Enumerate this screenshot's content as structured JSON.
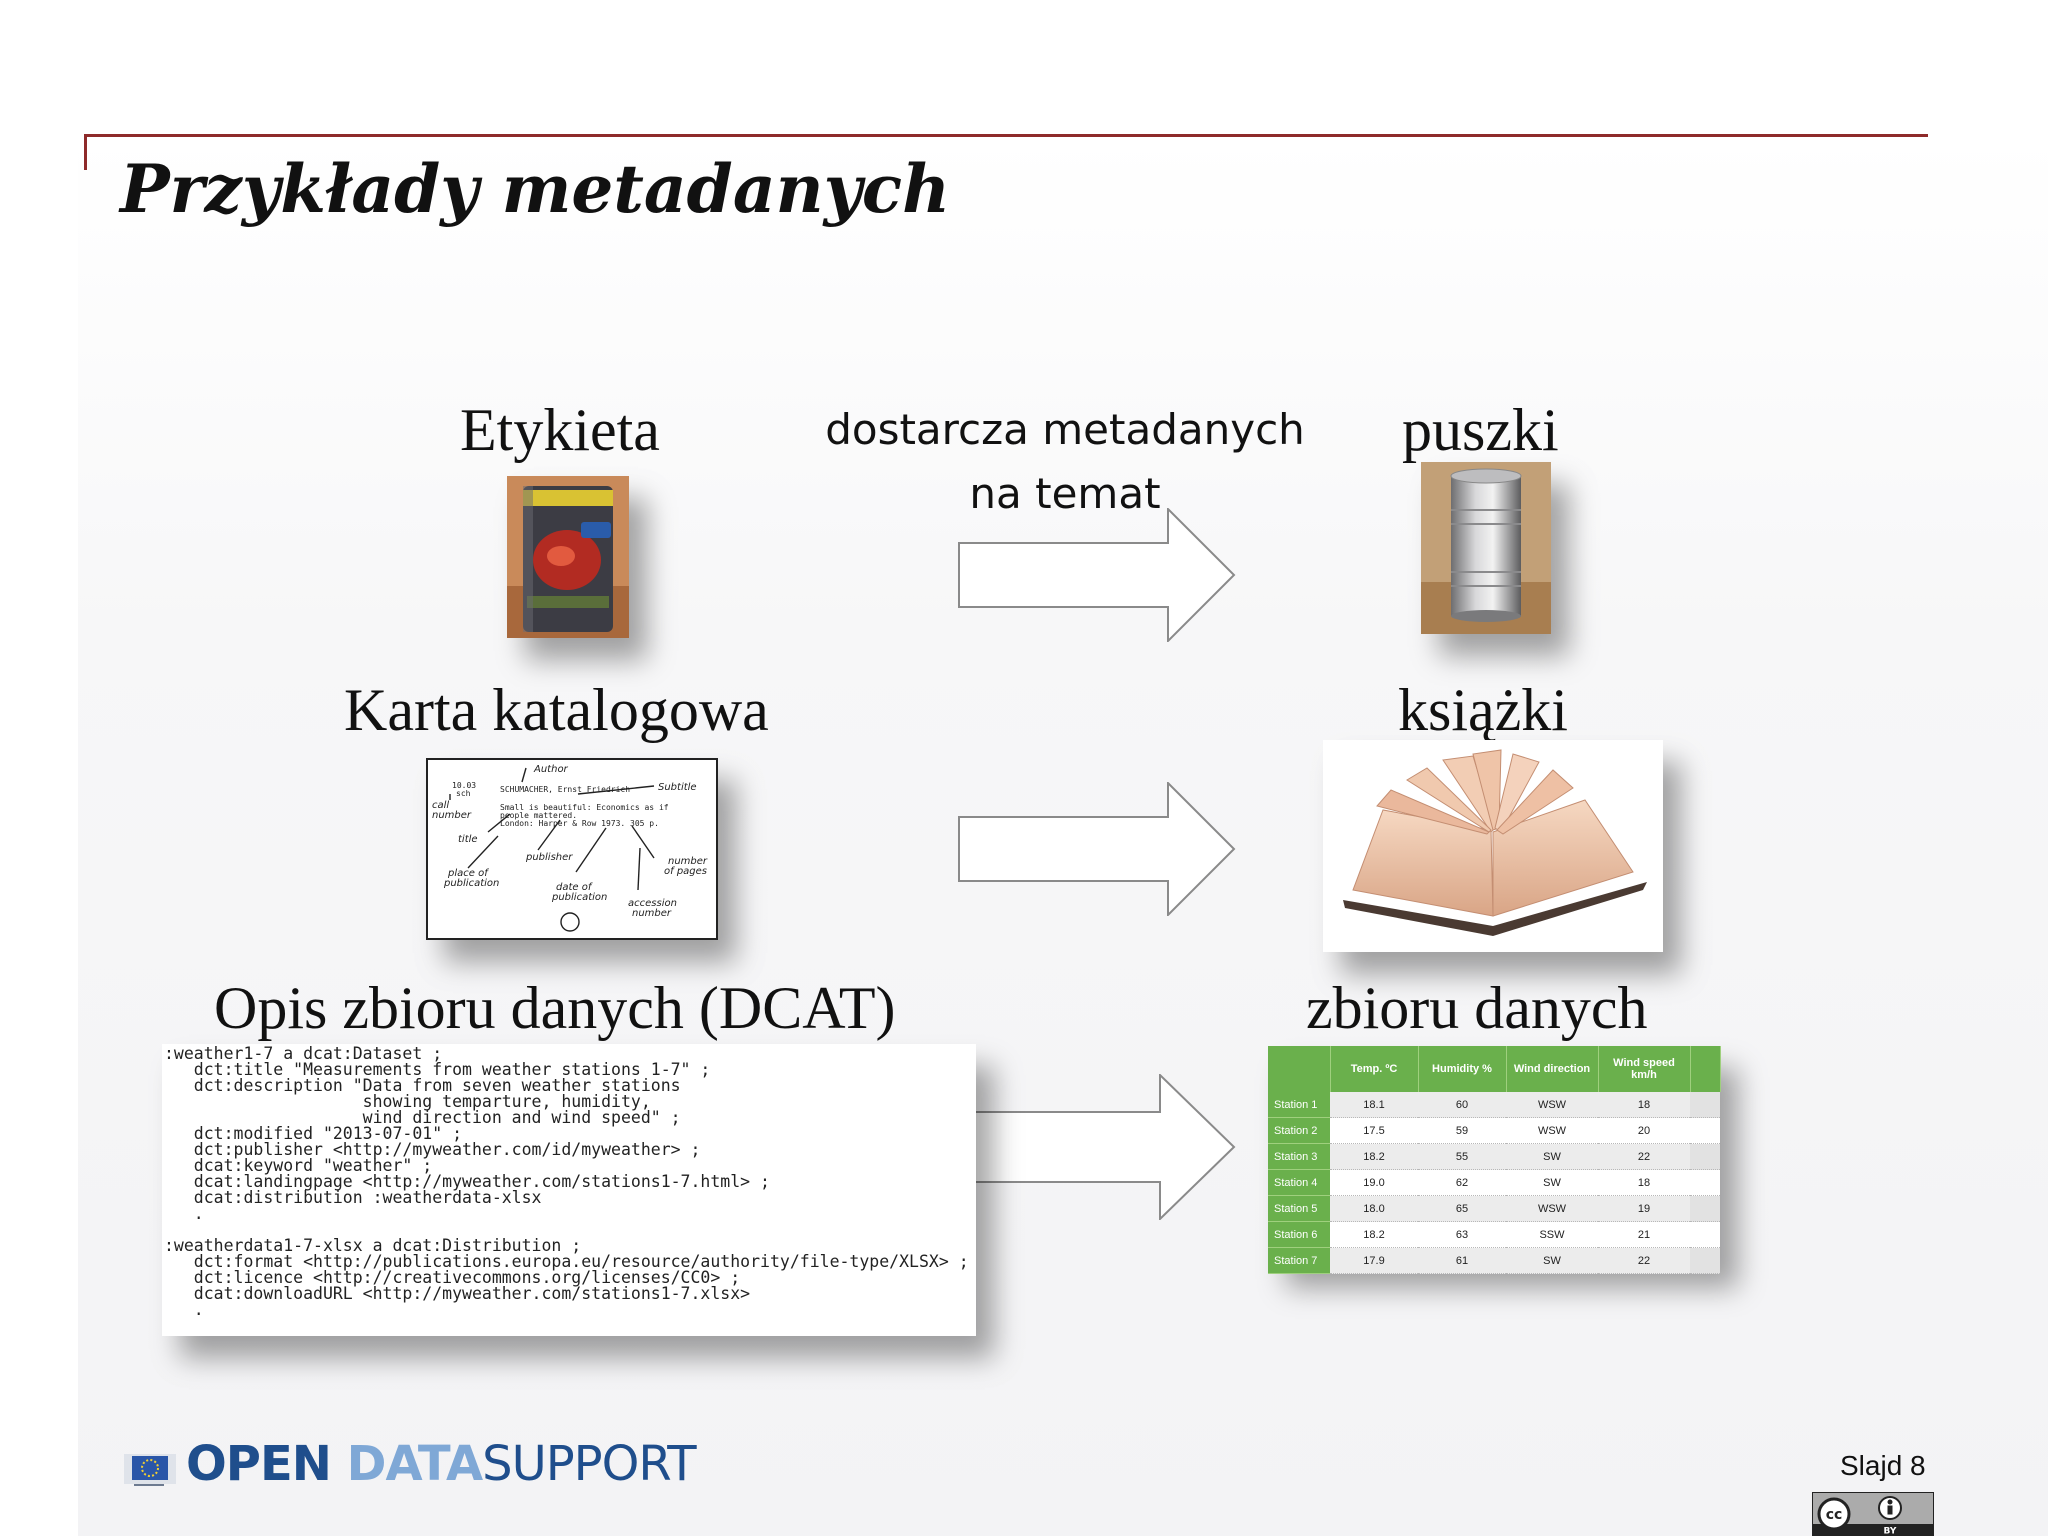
{
  "slide": {
    "title": "Przykłady metadanych",
    "number_label": "Slajd 8"
  },
  "rows": [
    {
      "left_label": "Etykieta",
      "right_label": "puszki"
    },
    {
      "left_label": "Karta katalogowa",
      "right_label": "książki"
    },
    {
      "left_label": "Opis zbioru danych (DCAT)",
      "right_label": "zbioru danych"
    }
  ],
  "arrow_caption": [
    "dostarcza metadanych",
    "na temat"
  ],
  "catalog_card": {
    "call_number": "10.03 sch",
    "entry_lines": [
      "SCHUMACHER, Ernst Friedrich",
      "Small is beautiful: Economics as if",
      "people mattered.",
      "London: Harper & Row 1973. 305 p."
    ],
    "annotations": [
      "Author",
      "Subtitle",
      "call number",
      "title",
      "publisher",
      "number of pages",
      "place of publication",
      "date of publication",
      "accession number"
    ]
  },
  "dcat_code": ":weather1-7 a dcat:Dataset ;\n   dct:title \"Measurements from weather stations 1-7\" ;\n   dct:description \"Data from seven weather stations\n                    showing temparture, humidity,\n                    wind direction and wind speed\" ;\n   dct:modified \"2013-07-01\" ;\n   dct:publisher <http://myweather.com/id/myweather> ;\n   dcat:keyword \"weather\" ;\n   dcat:landingpage <http://myweather.com/stations1-7.html> ;\n   dcat:distribution :weatherdata-xlsx\n   .\n\n:weatherdata1-7-xlsx a dcat:Distribution ;\n   dct:format <http://publications.europa.eu/resource/authority/file-type/XLSX> ;\n   dct:licence <http://creativecommons.org/licenses/CC0> ;\n   dcat:downloadURL <http://myweather.com/stations1-7.xlsx>\n   .",
  "weather_table": {
    "headers": [
      "",
      "Temp. ºC",
      "Humidity %",
      "Wind direction",
      "Wind speed km/h"
    ],
    "rows": [
      [
        "Station 1",
        "18.1",
        "60",
        "WSW",
        "18"
      ],
      [
        "Station 2",
        "17.5",
        "59",
        "WSW",
        "20"
      ],
      [
        "Station 3",
        "18.2",
        "55",
        "SW",
        "22"
      ],
      [
        "Station 4",
        "19.0",
        "62",
        "SW",
        "18"
      ],
      [
        "Station 5",
        "18.0",
        "65",
        "WSW",
        "19"
      ],
      [
        "Station 6",
        "18.2",
        "63",
        "SSW",
        "21"
      ],
      [
        "Station 7",
        "17.9",
        "61",
        "SW",
        "22"
      ]
    ]
  },
  "footer": {
    "logo_open": "OPEN ",
    "logo_data": "DATA",
    "logo_support": "SUPPORT",
    "cc_label": "BY"
  },
  "colors": {
    "rule": "#8e2a2a",
    "table_green": "#6ab04c",
    "logo_dark_blue": "#1f4e8c",
    "logo_light_blue": "#7fa8d6"
  }
}
